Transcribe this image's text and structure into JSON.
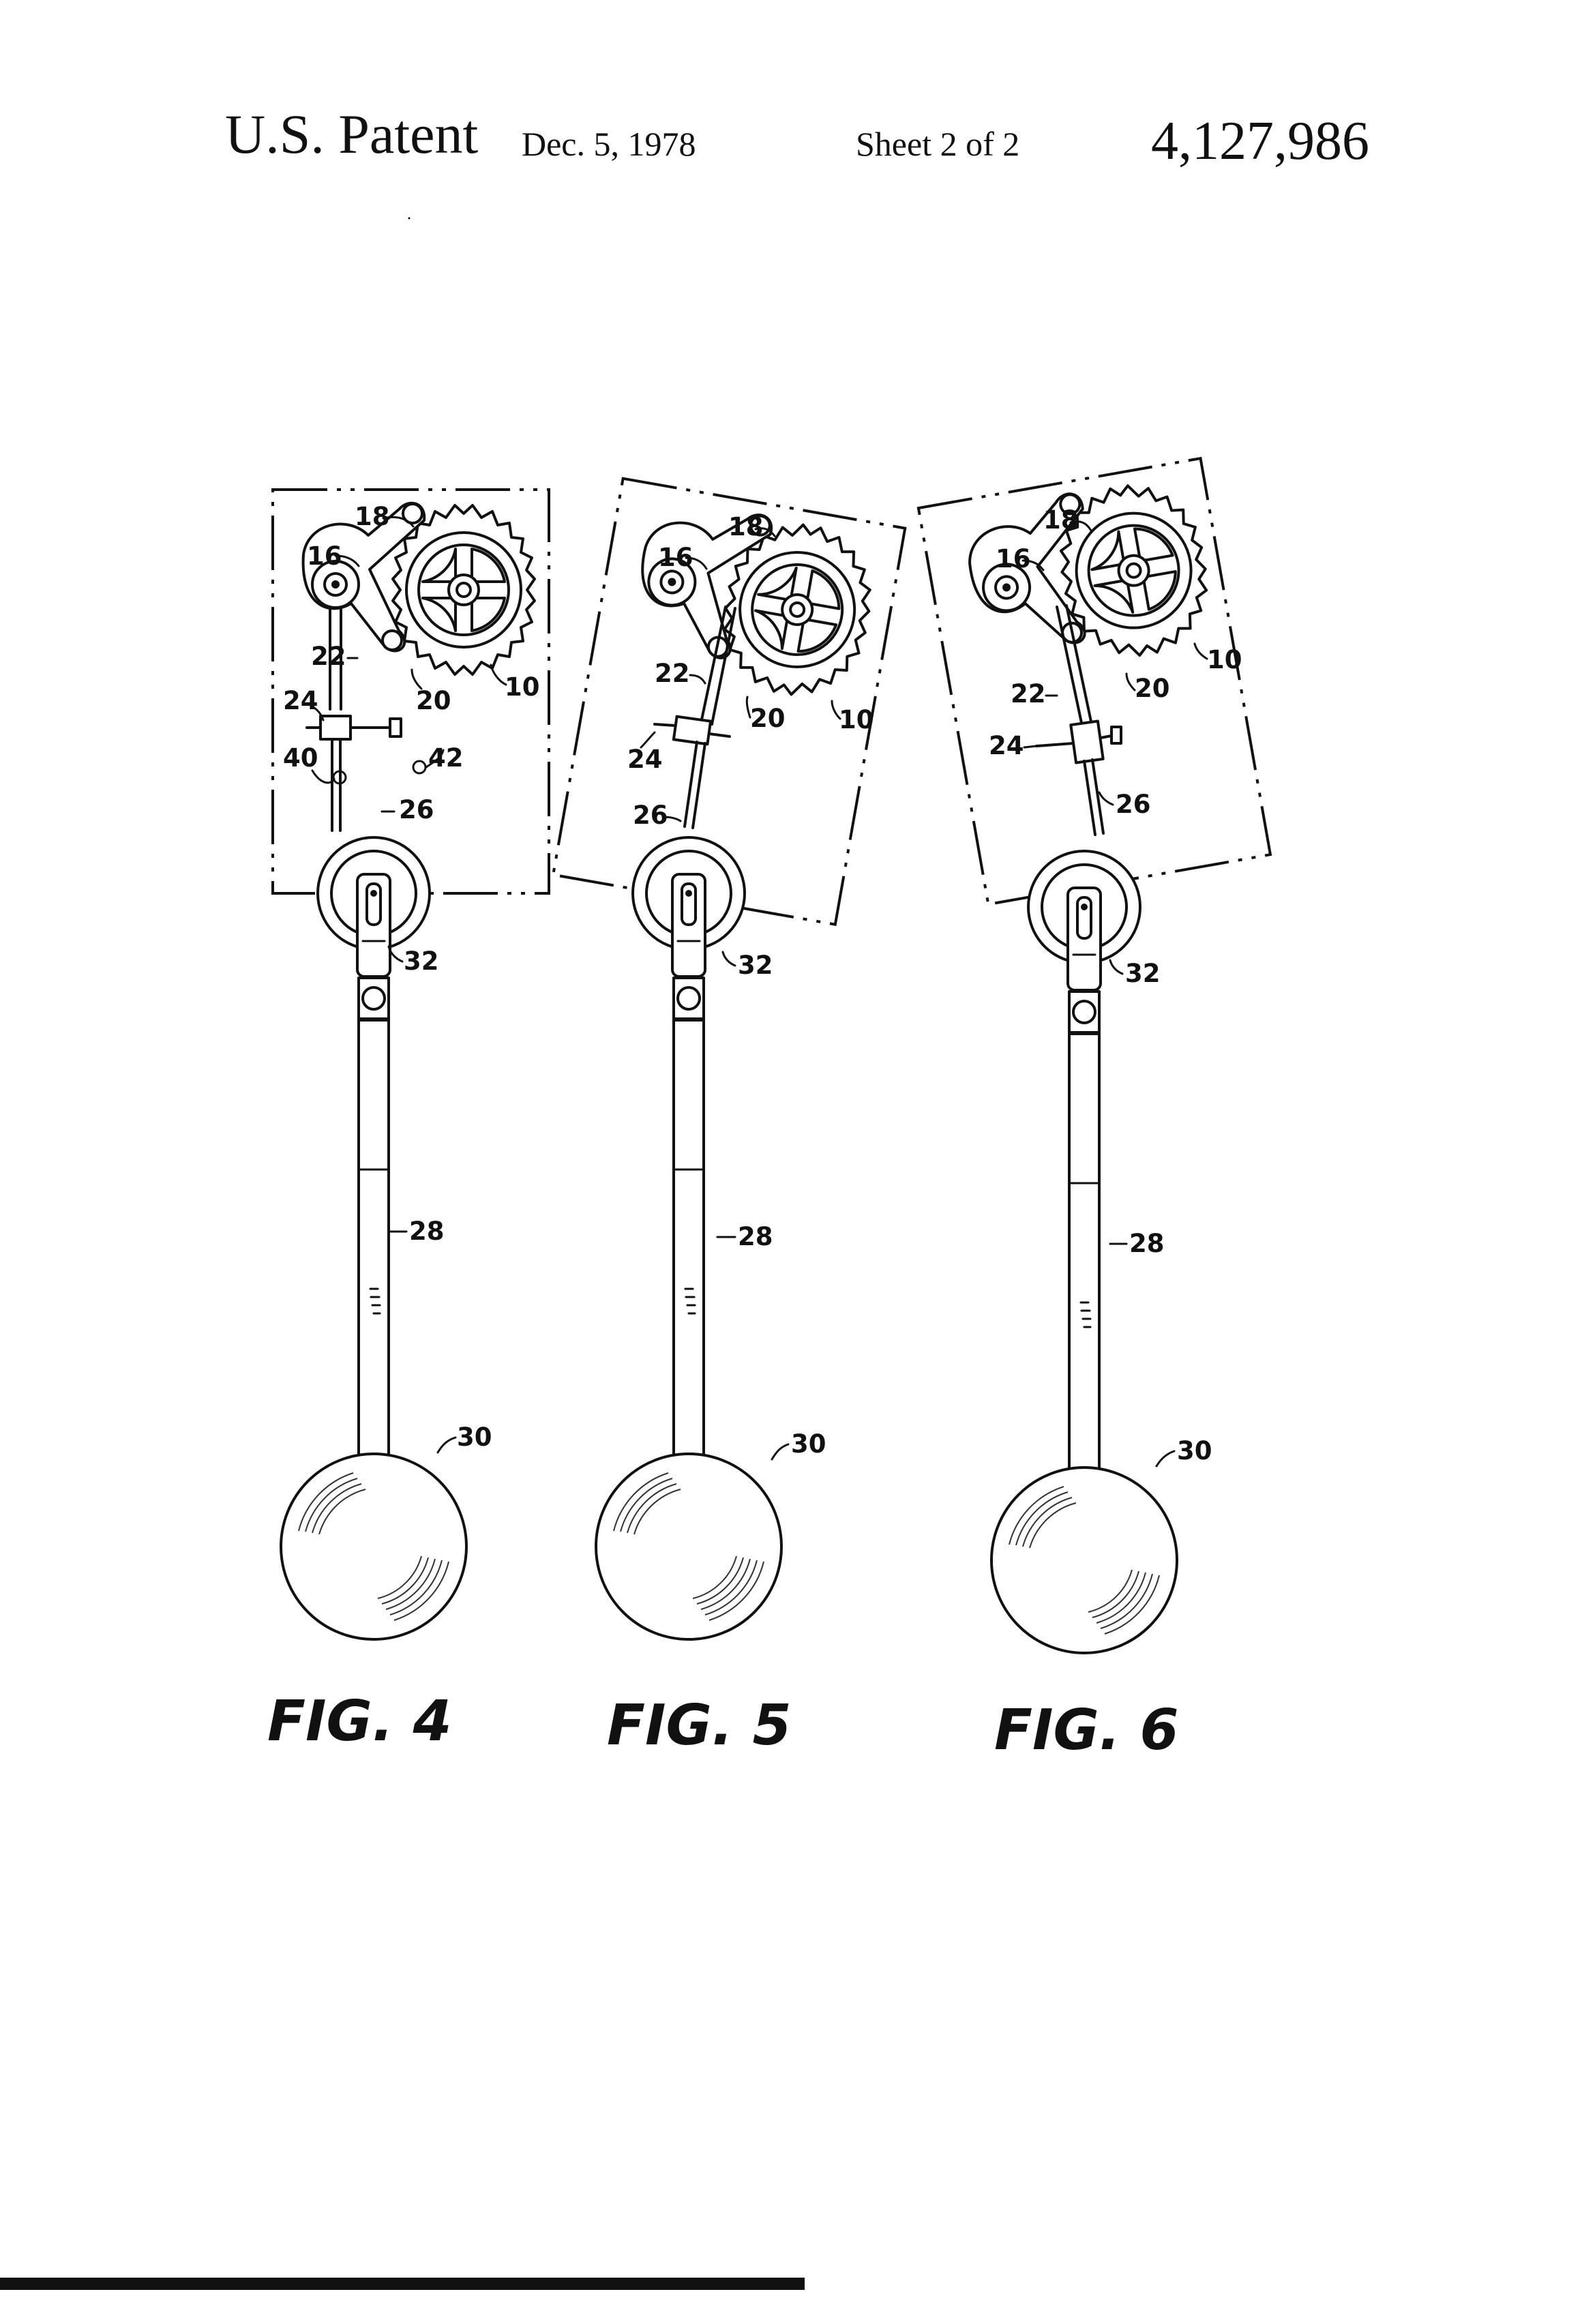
{
  "header": {
    "label": "U.S. Patent",
    "date": "Dec. 5, 1978",
    "sheet": "Sheet 2 of 2",
    "number": "4,127,986"
  },
  "figures": [
    {
      "caption": "FIG. 4",
      "refs": {
        "r18": "18",
        "r16": "16",
        "r22": "22",
        "r20": "20",
        "r10": "10",
        "r24": "24",
        "r40": "40",
        "r42": "42",
        "r26": "26",
        "r32": "32",
        "r28": "28",
        "r30": "30"
      }
    },
    {
      "caption": "FIG. 5",
      "refs": {
        "r18": "18",
        "r16": "16",
        "r22": "22",
        "r20": "20",
        "r10": "10",
        "r24": "24",
        "r26": "26",
        "r32": "32",
        "r28": "28",
        "r30": "30"
      }
    },
    {
      "caption": "FIG. 6",
      "refs": {
        "r18": "18",
        "r16": "16",
        "r22": "22",
        "r20": "20",
        "r10": "10",
        "r24": "24",
        "r26": "26",
        "r32": "32",
        "r28": "28",
        "r30": "30"
      }
    }
  ]
}
